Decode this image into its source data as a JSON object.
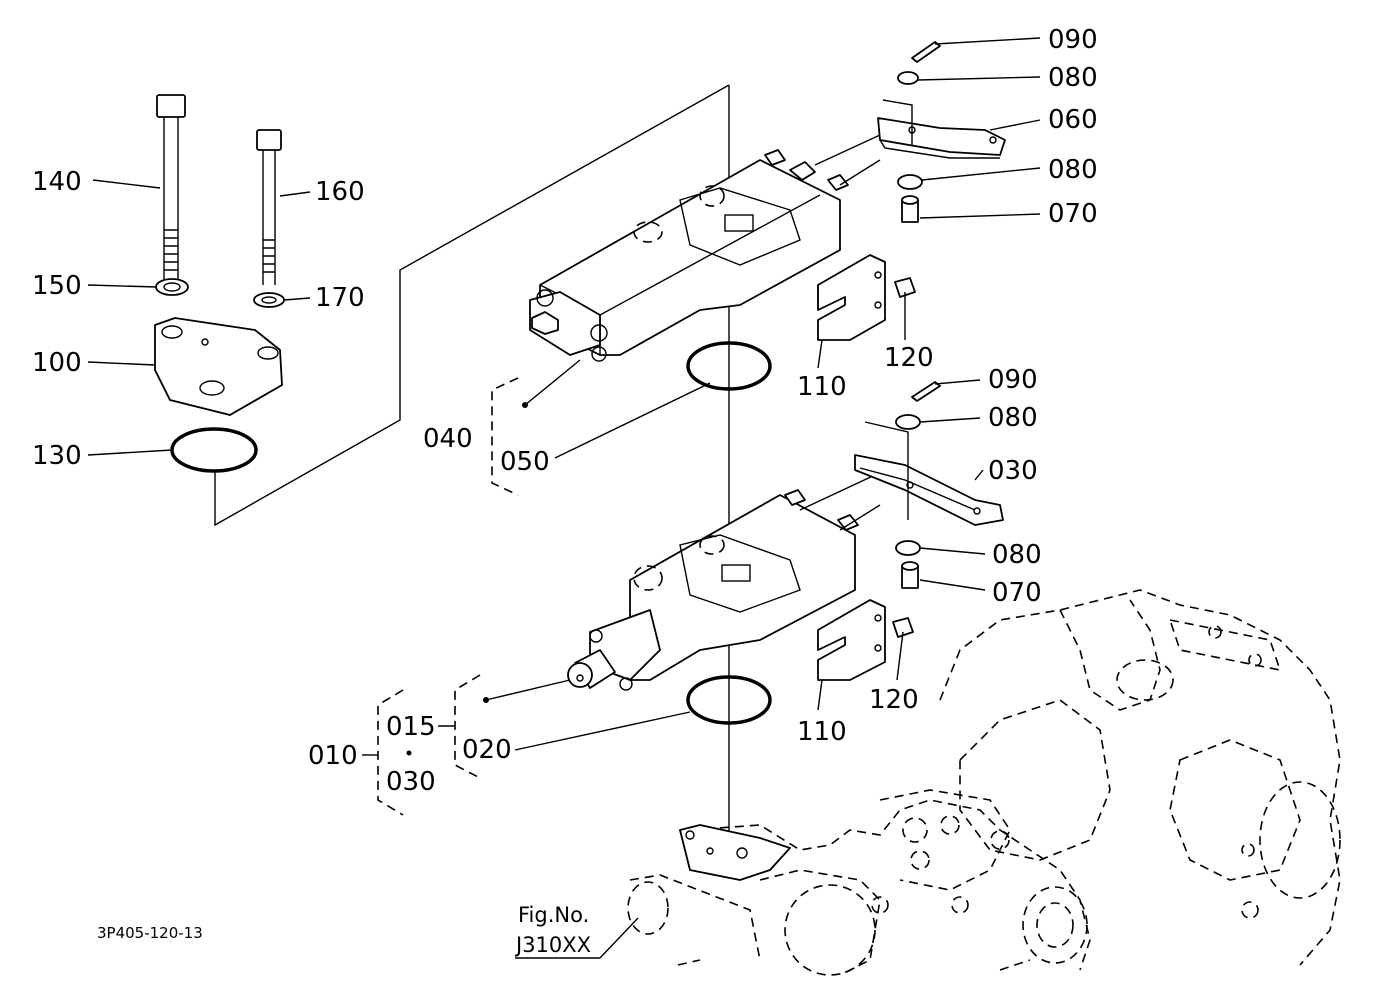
{
  "labels": {
    "p090a": "090",
    "p080a": "080",
    "p060": "060",
    "p080b": "080",
    "p070a": "070",
    "p140": "140",
    "p160": "160",
    "p150": "150",
    "p170": "170",
    "p100": "100",
    "p130": "130",
    "p120a": "120",
    "p110a": "110",
    "p040": "040",
    "p050": "050",
    "p090b": "090",
    "p080c": "080",
    "p030": "030",
    "p080d": "080",
    "p070b": "070",
    "p120b": "120",
    "p110b": "110",
    "p010": "010",
    "p015": "015",
    "p030b": "030",
    "p020": "020"
  },
  "figure_ref": {
    "line1": "Fig.No.",
    "line2": "J310XX"
  },
  "diagram_code": "3P405-120-13"
}
